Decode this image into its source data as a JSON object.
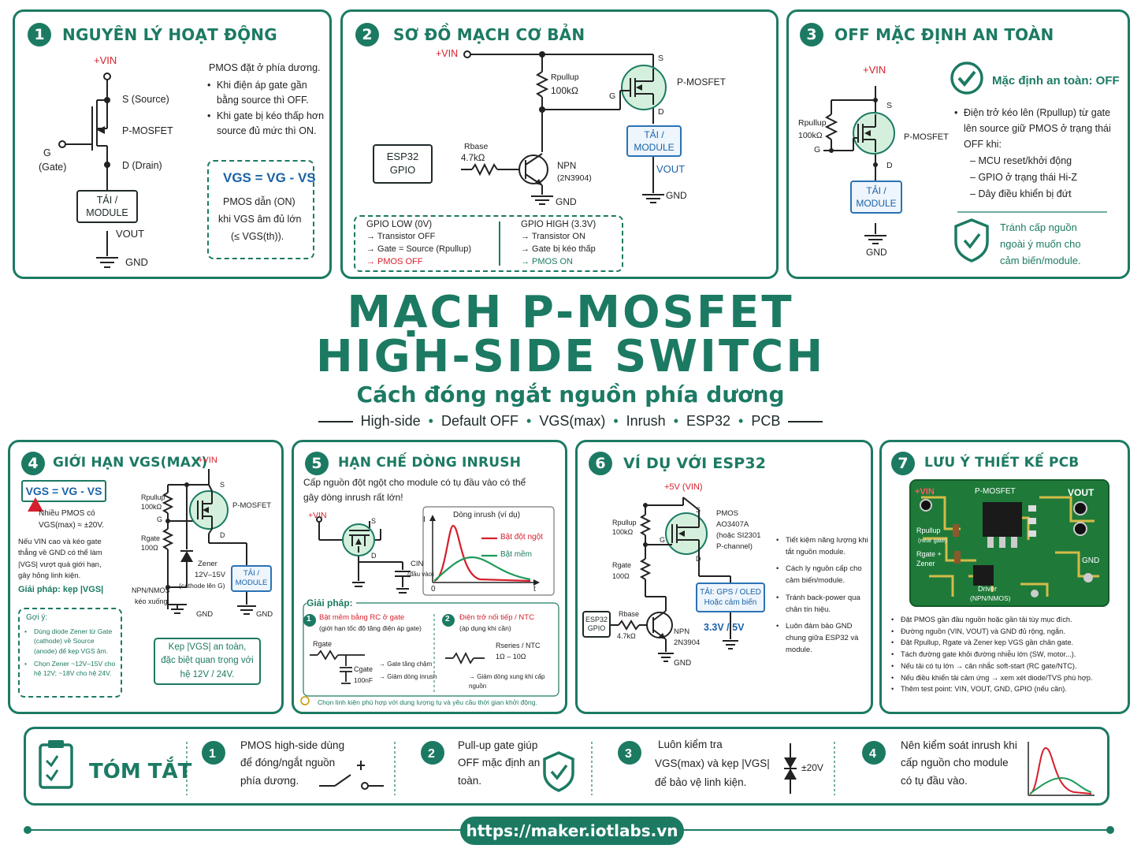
{
  "main": {
    "title1": "MẠCH P-MOSFET",
    "title2": "HIGH-SIDE SWITCH",
    "subtitle": "Cách đóng ngắt nguồn phía dương",
    "tags": [
      "High-side",
      "Default OFF",
      "VGS(max)",
      "Inrush",
      "ESP32",
      "PCB"
    ]
  },
  "p1": {
    "num": "1",
    "title": "NGUYÊN LÝ HOẠT ĐỘNG",
    "vin": "+VIN",
    "s": "S (Source)",
    "mos": "P-MOSFET",
    "g": "G",
    "gate": "(Gate)",
    "d": "D (Drain)",
    "load": "TẢI / MODULE",
    "vout": "VOUT",
    "gnd": "GND",
    "desc": "PMOS đặt ở phía dương.",
    "b1": "Khi điện áp gate gần bằng source thì OFF.",
    "b2": "Khi gate bị kéo thấp hơn source đủ mức thì ON.",
    "formula": "VGS = VG - VS",
    "cond1": "PMOS dẫn (ON)",
    "cond2": "khi VGS âm đủ lớn",
    "cond3": "(≤ VGS(th))."
  },
  "p2": {
    "num": "2",
    "title": "SƠ ĐỒ MẠCH CƠ BẢN",
    "vin": "+VIN",
    "rp": "Rpullup",
    "rpv": "100kΩ",
    "mos": "P-MOSFET",
    "s": "S",
    "g": "G",
    "d": "D",
    "load": "TẢI / MODULE",
    "vout": "VOUT",
    "gnd": "GND",
    "esp": "ESP32 GPIO",
    "rb": "Rbase",
    "rbv": "4.7kΩ",
    "npn": "NPN",
    "npnv": "(2N3904)",
    "low_t": "GPIO LOW (0V)",
    "low1": "→ Transistor OFF",
    "low2": "→ Gate = Source (Rpullup)",
    "low3": "→ PMOS OFF",
    "high_t": "GPIO HIGH (3.3V)",
    "high1": "→ Transistor ON",
    "high2": "→ Gate bị kéo thấp",
    "high3": "→ PMOS ON"
  },
  "p3": {
    "num": "3",
    "title": "OFF MẶC ĐỊNH AN TOÀN",
    "vin": "+VIN",
    "rp": "Rpullup",
    "rpv": "100kΩ",
    "g": "G",
    "s": "S",
    "d": "D",
    "mos": "P-MOSFET",
    "load": "TẢI / MODULE",
    "gnd": "GND",
    "safe": "Mặc định an toàn: OFF",
    "b1": "Điện trở kéo lên (Rpullup) từ gate lên source giữ PMOS ở trạng thái OFF khi:",
    "s1": "MCU reset/khởi động",
    "s2": "GPIO ở trạng thái Hi-Z",
    "s3": "Dây điều khiển bị đứt",
    "note": "Tránh cấp nguồn ngoài ý muốn cho cảm biến/module."
  },
  "p4": {
    "num": "4",
    "title": "GIỚI HẠN VGS(MAX)",
    "formula": "VGS = VG - VS",
    "warn": "Nhiều PMOS có VGS(max) ≈ ±20V.",
    "desc": "Nếu VIN cao và kéo gate thẳng về GND có thể làm |VGS| vượt quá giới hạn, gây hỏng linh kiện.",
    "sol": "Giải pháp: kẹp |VGS|",
    "tip_t": "Gợi ý:",
    "tip1": "Dùng diode Zener từ Gate (cathode) về Source (anode) để kẹp VGS âm.",
    "tip2": "Chọn Zener ~12V–15V cho hệ 12V; ~18V cho hệ 24V.",
    "vin": "+VIN",
    "rp": "Rpullup",
    "rpv": "100kΩ",
    "rg": "Rgate",
    "rgv": "100Ω",
    "s": "S",
    "g": "G",
    "d": "D",
    "mos": "P-MOSFET",
    "zener": "Zener",
    "zv": "12V–15V",
    "zc": "(cathode lên G)",
    "load": "TẢI / MODULE",
    "npn": "NPN/NMOS",
    "npn2": "kéo xuống",
    "gnd": "GND",
    "clamp": "Kẹp |VGS| an toàn, đặc biệt quan trọng với hệ 12V / 24V."
  },
  "p5": {
    "num": "5",
    "title": "HẠN CHẾ DÒNG INRUSH",
    "desc": "Cấp nguồn đột ngột cho module có tụ đầu vào có thể gây dòng inrush rất lớn!",
    "vin": "+VIN",
    "s": "S",
    "d": "D",
    "cin": "CIN",
    "cinv": "(đầu vào)",
    "chart_t": "Dòng inrush (ví dụ)",
    "ci": "I",
    "ct": "t",
    "c0": "0",
    "l1": "Bật đột ngột",
    "l2": "Bật mềm",
    "sol": "Giải pháp:",
    "s1": "Bật mềm bằng RC ở gate",
    "s1b": "(giới hạn tốc độ tăng điện áp gate)",
    "s2": "Điện trở nối tiếp / NTC",
    "s2b": "(áp dụng khi cần)",
    "rgate": "Rgate",
    "cgate": "Cgate",
    "cgv": "100nF",
    "n1": "→ Gate tăng chậm",
    "n2": "→ Giảm dòng inrush",
    "rs": "Rseries / NTC",
    "rsv": "1Ω – 10Ω",
    "n3": "→ Giảm dòng xung khi cấp nguồn",
    "foot": "Chọn linh kiện phù hợp với dung lượng tụ và yêu cầu thời gian khởi động."
  },
  "p6": {
    "num": "6",
    "title": "VÍ DỤ VỚI ESP32",
    "vin": "+5V (VIN)",
    "rp": "Rpullup",
    "rpv": "100kΩ",
    "rg": "Rgate",
    "rgv": "100Ω",
    "s": "S",
    "g": "G",
    "d": "D",
    "mos": "PMOS",
    "mos2": "AO3407A",
    "mos3": "(hoặc SI2301",
    "mos4": "P-channel)",
    "load": "TẢI: GPS / OLED Hoặc cảm biến",
    "v": "3.3V / 5V",
    "esp": "ESP32 GPIO",
    "rb": "Rbase",
    "rbv": "4.7kΩ",
    "npn": "NPN",
    "npnv": "2N3904",
    "gnd": "GND",
    "b1": "Tiết kiệm năng lượng khi tắt nguồn module.",
    "b2": "Cách ly nguồn cấp cho cảm biến/module.",
    "b3": "Tránh back-power qua chân tín hiệu.",
    "b4": "Luôn đảm bảo GND chung giữa ESP32 và module."
  },
  "p7": {
    "num": "7",
    "title": "LƯU Ý THIẾT KẾ PCB",
    "vin": "+VIN",
    "mos": "P-MOSFET",
    "vout": "VOUT",
    "rp": "Rpullup",
    "rpn": "(near gate)",
    "rg": "Rgate +",
    "zener": "Zener",
    "gnd": "GND",
    "drv": "Driver",
    "drv2": "(NPN/NMOS)",
    "b1": "Đặt PMOS gần đầu nguồn hoặc gần tải tùy mục đích.",
    "b2": "Đường nguồn (VIN, VOUT) và GND đủ rộng, ngắn.",
    "b3": "Đặt Rpullup, Rgate và Zener kẹp VGS gần chân gate.",
    "b4": "Tách đường gate khỏi đường nhiễu lớn (SW, motor...).",
    "b5": "Nếu tải có tụ lớn → cân nhắc soft-start (RC gate/NTC).",
    "b6": "Nếu điều khiển tải cảm ứng → xem xét diode/TVS phù hợp.",
    "b7": "Thêm test point: VIN, VOUT, GND, GPIO (nếu cần)."
  },
  "summary": {
    "title": "TÓM TẮT",
    "i1": "PMOS high-side dùng để đóng/ngắt nguồn phía dương.",
    "i2": "Pull-up gate giúp OFF mặc định an toàn.",
    "i3a": "Luôn kiểm tra",
    "i3b": "VGS(max) và kẹp |VGS|",
    "i3c": "để bảo vệ linh kiện.",
    "i3v": "±20V",
    "i4": "Nên kiểm soát inrush khi cấp nguồn cho module có tụ đầu vào."
  },
  "footer": {
    "url": "https://maker.iotlabs.vn"
  }
}
